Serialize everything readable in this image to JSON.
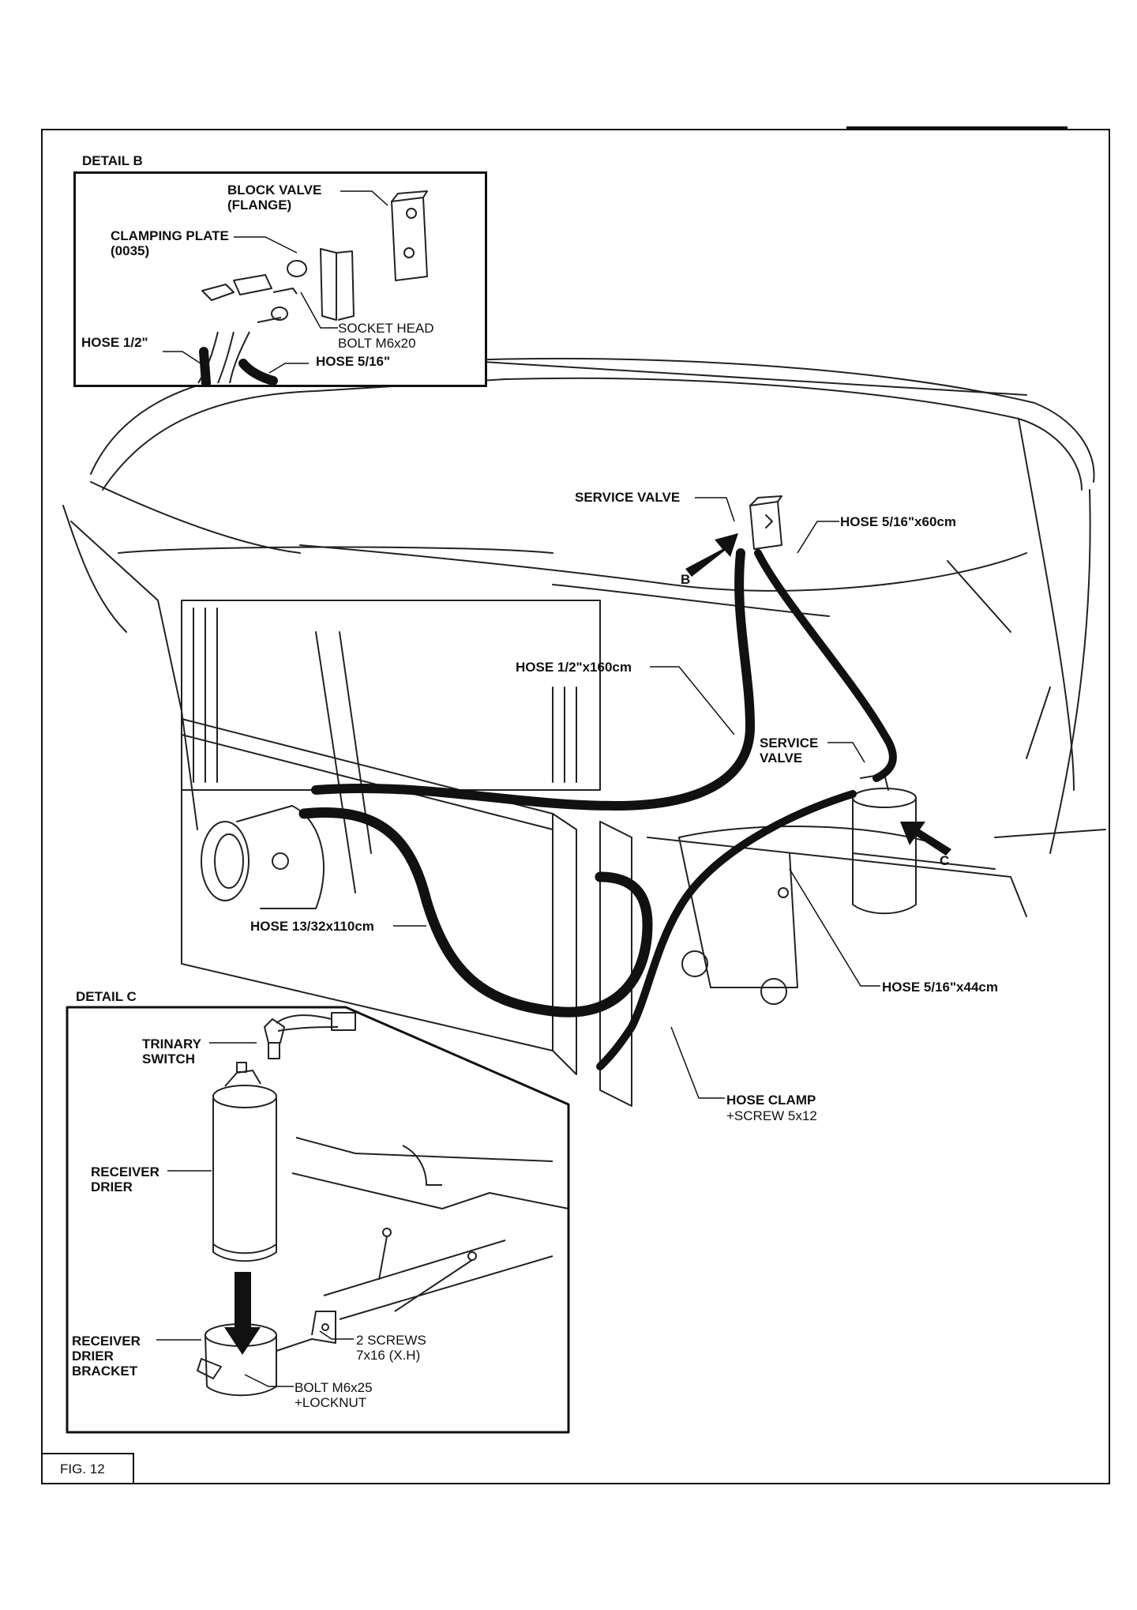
{
  "detail_b": {
    "title": "DETAIL B",
    "block_valve": "BLOCK VALVE\n(FLANGE)",
    "clamping_plate": "CLAMPING PLATE\n(0035)",
    "socket_head_bolt": "SOCKET HEAD\nBOLT M6x20",
    "hose_half": "HOSE 1/2\"",
    "hose_5_16": "HOSE 5/16\""
  },
  "main": {
    "service_valve_top": "SERVICE VALVE",
    "arrow_b": "B",
    "hose_5_16_60": "HOSE 5/16\"x60cm",
    "hose_half_160": "HOSE 1/2\"x160cm",
    "service_valve_right": "SERVICE\nVALVE",
    "arrow_c": "C",
    "hose_13_32_110": "HOSE 13/32x110cm",
    "hose_5_16_44": "HOSE 5/16\"x44cm",
    "hose_clamp": "HOSE CLAMP",
    "screw_5x12": "+SCREW 5x12"
  },
  "detail_c": {
    "title": "DETAIL C",
    "trinary_switch": "TRINARY\nSWITCH",
    "receiver_drier": "RECEIVER\nDRIER",
    "receiver_drier_bracket": "RECEIVER\nDRIER\nBRACKET",
    "screws": "2 SCREWS\n7x16 (X.H)",
    "bolt": "BOLT M6x25\n+LOCKNUT"
  },
  "figure": "FIG. 12"
}
